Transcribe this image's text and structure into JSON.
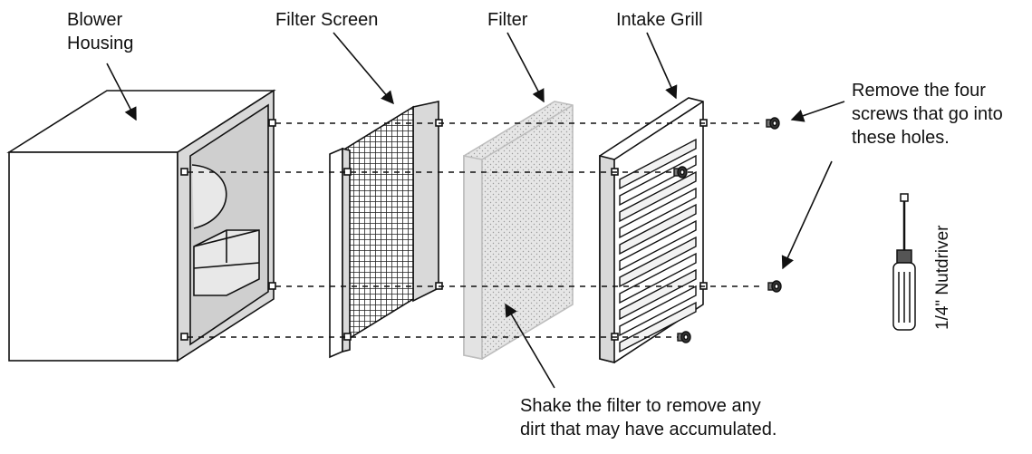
{
  "labels": {
    "blower_housing_line1": "Blower",
    "blower_housing_line2": "Housing",
    "filter_screen": "Filter Screen",
    "filter": "Filter",
    "intake_grill": "Intake Grill",
    "remove_screws_line1": "Remove the four",
    "remove_screws_line2": "screws that go into",
    "remove_screws_line3": "these holes.",
    "shake_line1": "Shake the filter to remove any",
    "shake_line2": "dirt that may have accumulated.",
    "tool": "1/4\" Nutdriver"
  },
  "colors": {
    "ink": "#111111",
    "panel_fill": "#d9d9d9",
    "filter_fill": "#e3e3e3",
    "filter_edge": "#bdbdbd"
  }
}
